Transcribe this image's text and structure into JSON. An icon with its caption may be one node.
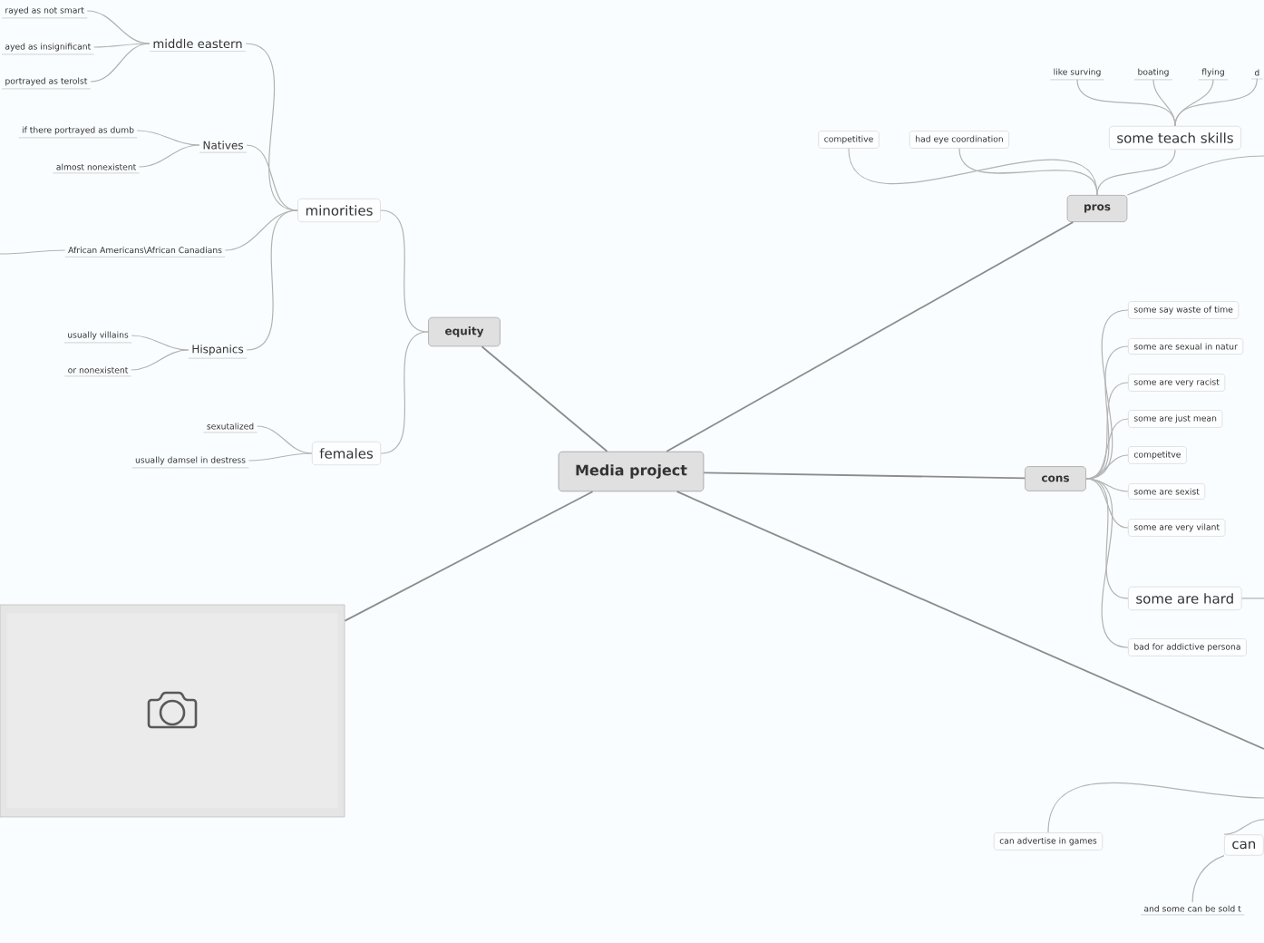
{
  "diagram": {
    "nodes": [
      {
        "text": [
          "Media project"
        ]
      },
      {
        "text": [
          "equity"
        ]
      },
      {
        "text": [
          "minorities"
        ]
      },
      {
        "text": [
          "females"
        ]
      },
      {
        "text": [
          "middle eastern"
        ]
      },
      {
        "text": [
          "Natives"
        ]
      },
      {
        "text": [
          "African Americans\\African Canadians"
        ]
      },
      {
        "text": [
          "Hispanics"
        ]
      },
      {
        "text": [
          "rayed as not smart"
        ]
      },
      {
        "text": [
          "ayed as insignificant"
        ]
      },
      {
        "text": [
          "portrayed as terolst"
        ]
      },
      {
        "text": [
          "if there portrayed as dumb"
        ]
      },
      {
        "text": [
          "almost nonexistent"
        ]
      },
      {
        "text": [
          "usually villains"
        ]
      },
      {
        "text": [
          "or nonexistent"
        ]
      },
      {
        "text": [
          "sexutalized"
        ]
      },
      {
        "text": [
          "usually damsel in destress"
        ]
      },
      {
        "text": [],
        "shape": "picture"
      },
      {
        "text": [
          "pros"
        ]
      },
      {
        "text": [
          "competitive"
        ]
      },
      {
        "text": [
          "had eye coordination"
        ]
      },
      {
        "text": [
          "some teach skills"
        ]
      },
      {
        "text": [
          "like surving"
        ]
      },
      {
        "text": [
          "boating"
        ]
      },
      {
        "text": [
          "flying"
        ]
      },
      {
        "text": [
          "d"
        ]
      },
      {
        "text": [
          "cons"
        ]
      },
      {
        "text": [
          "some say waste of time"
        ]
      },
      {
        "text": [
          "some are sexual in natur"
        ]
      },
      {
        "text": [
          "some are very racist"
        ]
      },
      {
        "text": [
          "some are just mean"
        ]
      },
      {
        "text": [
          "competitve"
        ]
      },
      {
        "text": [
          "some are sexist"
        ]
      },
      {
        "text": [
          "some are very vilant"
        ]
      },
      {
        "text": [
          "some are hard"
        ]
      },
      {
        "text": [
          "bad for addictive persona"
        ]
      },
      {
        "text": [
          "can advertise in games"
        ]
      },
      {
        "text": [
          "can"
        ]
      },
      {
        "text": [
          "and some can be sold t"
        ]
      }
    ],
    "edges": [
      {
        "from": 0,
        "to": 1,
        "arrow": "none"
      },
      {
        "from": 1,
        "to": 2,
        "arrow": "none"
      },
      {
        "from": 1,
        "to": 3,
        "arrow": "none"
      },
      {
        "from": 2,
        "to": 4,
        "arrow": "none"
      },
      {
        "from": 2,
        "to": 5,
        "arrow": "none"
      },
      {
        "from": 2,
        "to": 6,
        "arrow": "none"
      },
      {
        "from": 2,
        "to": 7,
        "arrow": "none"
      },
      {
        "from": 4,
        "to": 8,
        "arrow": "none"
      },
      {
        "from": 4,
        "to": 9,
        "arrow": "none"
      },
      {
        "from": 4,
        "to": 10,
        "arrow": "none"
      },
      {
        "from": 5,
        "to": 11,
        "arrow": "none"
      },
      {
        "from": 5,
        "to": 12,
        "arrow": "none"
      },
      {
        "from": 6,
        "to": null,
        "arrow": "none"
      },
      {
        "from": 7,
        "to": 13,
        "arrow": "none"
      },
      {
        "from": 7,
        "to": 14,
        "arrow": "none"
      },
      {
        "from": 3,
        "to": 15,
        "arrow": "none"
      },
      {
        "from": 3,
        "to": 16,
        "arrow": "none"
      },
      {
        "from": 0,
        "to": 17,
        "arrow": "none"
      },
      {
        "from": 0,
        "to": 18,
        "arrow": "none"
      },
      {
        "from": 18,
        "to": 19,
        "arrow": "none"
      },
      {
        "from": 18,
        "to": 20,
        "arrow": "none"
      },
      {
        "from": 18,
        "to": 21,
        "arrow": "none"
      },
      {
        "from": 18,
        "to": null,
        "arrow": "none"
      },
      {
        "from": 21,
        "to": 22,
        "arrow": "none"
      },
      {
        "from": 21,
        "to": 23,
        "arrow": "none"
      },
      {
        "from": 21,
        "to": 24,
        "arrow": "none"
      },
      {
        "from": 21,
        "to": 25,
        "arrow": "none"
      },
      {
        "from": 0,
        "to": 26,
        "arrow": "none"
      },
      {
        "from": 26,
        "to": 27,
        "arrow": "none"
      },
      {
        "from": 26,
        "to": 28,
        "arrow": "none"
      },
      {
        "from": 26,
        "to": 29,
        "arrow": "none"
      },
      {
        "from": 26,
        "to": 30,
        "arrow": "none"
      },
      {
        "from": 26,
        "to": 31,
        "arrow": "none"
      },
      {
        "from": 26,
        "to": 32,
        "arrow": "none"
      },
      {
        "from": 26,
        "to": 33,
        "arrow": "none"
      },
      {
        "from": 26,
        "to": 34,
        "arrow": "none"
      },
      {
        "from": 26,
        "to": 35,
        "arrow": "none"
      },
      {
        "from": 34,
        "to": null,
        "arrow": "none"
      },
      {
        "from": 0,
        "to": null,
        "arrow": "none"
      },
      {
        "from": null,
        "to": 36,
        "arrow": "none"
      },
      {
        "from": null,
        "to": 37,
        "arrow": "none"
      },
      {
        "from": 37,
        "to": 38,
        "arrow": "none"
      }
    ]
  }
}
